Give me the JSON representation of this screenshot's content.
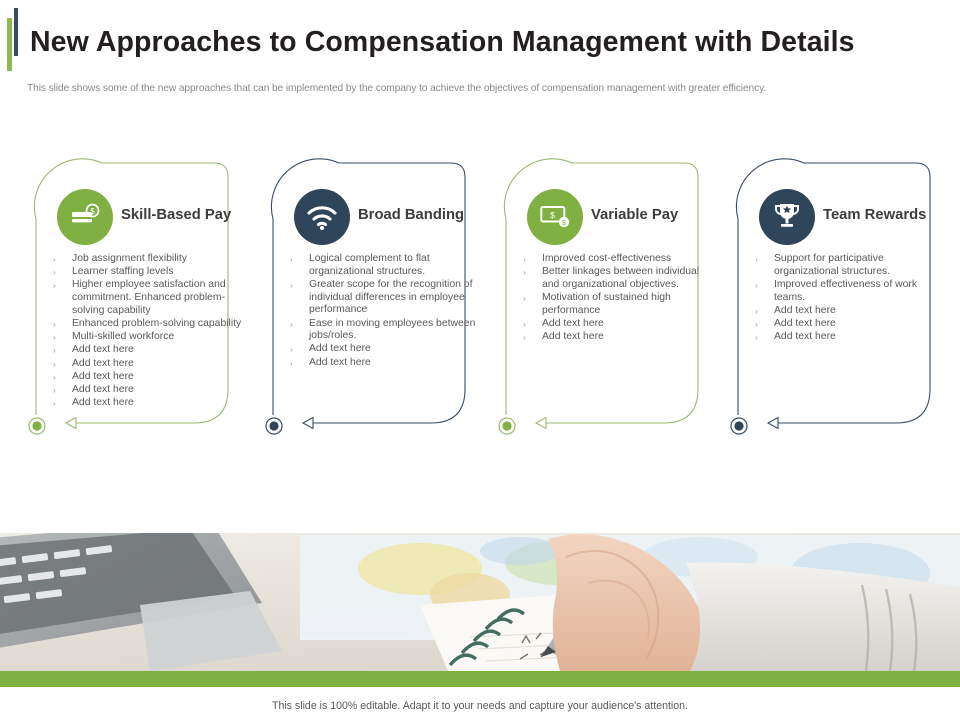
{
  "header": {
    "title": "New Approaches to Compensation Management with Details",
    "subtitle": "This slide shows some of the new approaches that can be implemented by the company to  achieve the objectives of compensation management with greater efficiency."
  },
  "colors": {
    "green": "#7fb041",
    "green_dark": "#6fa339",
    "navy": "#2f4559",
    "outline_green": "#9cb974",
    "outline_navy": "#3a4e63",
    "text_gray": "#58595b",
    "bullet_gray": "#9a9a9a"
  },
  "bullet_glyph": "›",
  "cards": [
    {
      "title": "Skill-Based Pay",
      "icon": "money-card-icon",
      "accent": "green",
      "items": [
        "Job assignment flexibility",
        "Learner staffing levels",
        "Higher employee satisfaction and commitment. Enhanced problem-solving capability",
        "Enhanced problem-solving capability",
        "Multi-skilled workforce",
        "Add text here",
        "Add text here",
        "Add text here",
        "Add text here",
        "Add text here"
      ]
    },
    {
      "title": "Broad Banding",
      "icon": "wifi-signal-icon",
      "accent": "navy",
      "items": [
        "Logical complement to flat organizational structures.",
        "Greater scope for the recognition of individual differences in employee performance",
        "Ease in moving employees between jobs/roles.",
        "Add text here",
        "Add text here"
      ]
    },
    {
      "title": "Variable Pay",
      "icon": "banknote-icon",
      "accent": "green",
      "items": [
        "Improved cost-effectiveness",
        "Better linkages between individual and organizational objectives.",
        "Motivation of sustained high performance",
        "Add text here",
        "Add text here"
      ]
    },
    {
      "title": "Team Rewards",
      "icon": "trophy-icon",
      "accent": "navy",
      "items": [
        "Support for participative organizational structures.",
        "Improved effectiveness of work teams.",
        "Add text here",
        "Add text here",
        "Add text here"
      ]
    }
  ],
  "photo": {
    "alt": "Hand writing in spiral notebook beside laptop and world map"
  },
  "footer": {
    "note": "This slide is 100% editable. Adapt it to your needs and capture your audience's attention."
  }
}
